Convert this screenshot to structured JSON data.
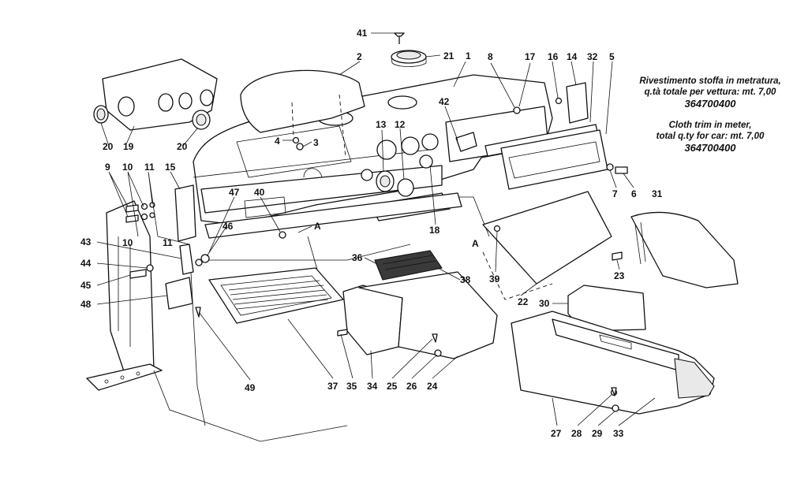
{
  "diagram": {
    "notes": {
      "it_line1": "Rivestimento stoffa in metratura,",
      "it_line2": "q.tà totale per vettura: mt. 7,00",
      "it_code": "364700400",
      "en_line1": "Cloth trim in meter,",
      "en_line2": "total q.ty for car: mt. 7,00",
      "en_code": "364700400"
    },
    "section_marks": [
      "A",
      "A"
    ],
    "callouts": [
      "41",
      "2",
      "21",
      "1",
      "8",
      "17",
      "16",
      "14",
      "32",
      "5",
      "42",
      "13",
      "12",
      "4",
      "3",
      "20",
      "19",
      "20",
      "9",
      "10",
      "11",
      "15",
      "47",
      "40",
      "46",
      "43",
      "44",
      "45",
      "48",
      "10",
      "11",
      "36",
      "39",
      "18",
      "7",
      "6",
      "31",
      "23",
      "38",
      "22",
      "30",
      "37",
      "35",
      "34",
      "25",
      "26",
      "24",
      "49",
      "27",
      "28",
      "29",
      "33"
    ]
  }
}
